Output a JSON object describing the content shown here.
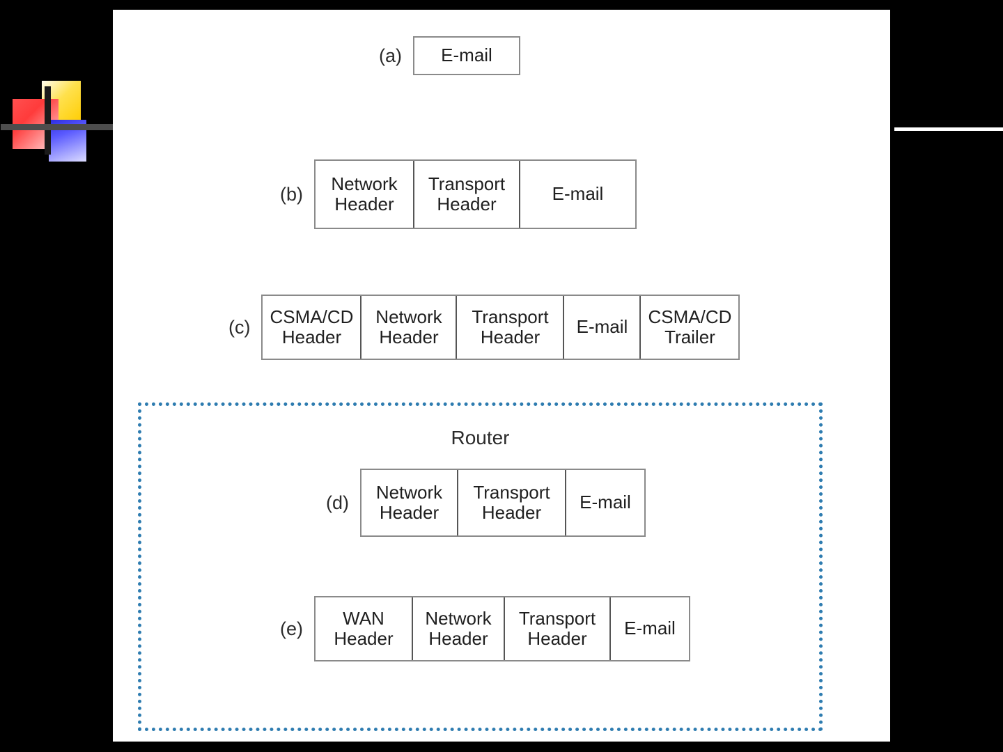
{
  "slide": {
    "background_color": "#000000",
    "canvas_color": "#ffffff",
    "decoration": {
      "logo_yellow_color": "#ffcc00",
      "logo_red_color": "#ff3b3b",
      "logo_blue_color": "#2c2ce0",
      "logo_vbar_color": "#1b1b1b",
      "logo_hbar_color": "#4d4d4d",
      "right_rule_color": "#ffffff"
    }
  },
  "router": {
    "title": "Router",
    "border_color": "#2e7cb0",
    "border_style": "dotted"
  },
  "rows": {
    "a": {
      "label": "(a)",
      "cells": [
        {
          "line1": "E-mail",
          "line2": ""
        }
      ]
    },
    "b": {
      "label": "(b)",
      "cells": [
        {
          "line1": "Network",
          "line2": "Header"
        },
        {
          "line1": "Transport",
          "line2": "Header"
        },
        {
          "line1": "E-mail",
          "line2": ""
        }
      ]
    },
    "c": {
      "label": "(c)",
      "cells": [
        {
          "line1": "CSMA/CD",
          "line2": "Header"
        },
        {
          "line1": "Network",
          "line2": "Header"
        },
        {
          "line1": "Transport",
          "line2": "Header"
        },
        {
          "line1": "E-mail",
          "line2": ""
        },
        {
          "line1": "CSMA/CD",
          "line2": "Trailer"
        }
      ]
    },
    "d": {
      "label": "(d)",
      "cells": [
        {
          "line1": "Network",
          "line2": "Header"
        },
        {
          "line1": "Transport",
          "line2": "Header"
        },
        {
          "line1": "E-mail",
          "line2": ""
        }
      ]
    },
    "e": {
      "label": "(e)",
      "cells": [
        {
          "line1": "WAN",
          "line2": "Header"
        },
        {
          "line1": "Network",
          "line2": "Header"
        },
        {
          "line1": "Transport",
          "line2": "Header"
        },
        {
          "line1": "E-mail",
          "line2": ""
        }
      ]
    }
  }
}
